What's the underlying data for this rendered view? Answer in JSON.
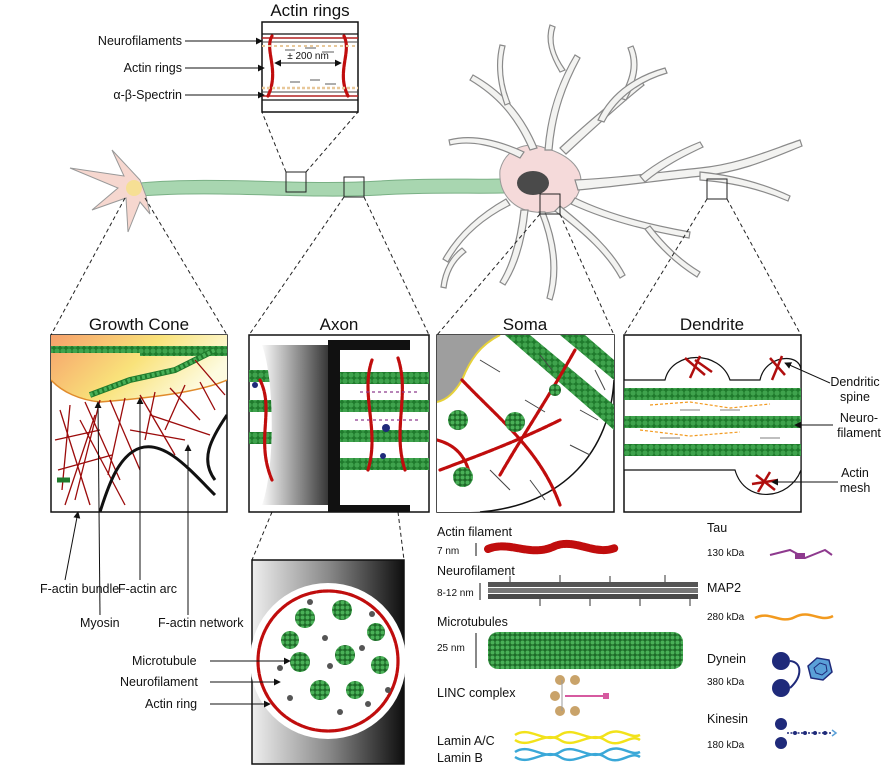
{
  "titles": {
    "actin_rings": "Actin rings",
    "growth_cone": "Growth Cone",
    "axon": "Axon",
    "soma": "Soma",
    "dendrite": "Dendrite"
  },
  "actin_rings_labels": {
    "neurofilaments": "Neurofilaments",
    "actin_rings": "Actin rings",
    "spectrin": "α-β-Spectrin",
    "spacing": "± 200 nm"
  },
  "growth_cone_labels": {
    "f_actin_bundle": "F-actin bundle",
    "myosin": "Myosin",
    "f_actin_arc": "F-actin arc",
    "f_actin_network": "F-actin network"
  },
  "dendrite_labels": {
    "spine": "Dendritic\nspine",
    "neurofilament": "Neuro-\nfilament",
    "actin_mesh": "Actin\nmesh"
  },
  "cross_section_labels": {
    "microtubule": "Microtubule",
    "neurofilament": "Neurofilament",
    "actin_ring": "Actin ring"
  },
  "legend": {
    "actin_filament": {
      "name": "Actin filament",
      "size": "7 nm"
    },
    "neurofilament": {
      "name": "Neurofilament",
      "size": "8-12 nm"
    },
    "microtubules": {
      "name": "Microtubules",
      "size": "25 nm"
    },
    "linc": {
      "name": "LINC complex"
    },
    "lamin_ac": {
      "name": "Lamin A/C"
    },
    "lamin_b": {
      "name": "Lamin B"
    },
    "tau": {
      "name": "Tau",
      "size": "130 kDa"
    },
    "map2": {
      "name": "MAP2",
      "size": "280 kDa"
    },
    "dynein": {
      "name": "Dynein",
      "size": "380 kDa"
    },
    "kinesin": {
      "name": "Kinesin",
      "size": "180 kDa"
    }
  },
  "colors": {
    "actin_red": "#c00d0d",
    "microtubule_green": "#2e8b3a",
    "neurofilament_gray": "#6e6e6e",
    "tau_purple": "#8e3a8e",
    "map2_orange": "#f29a1f",
    "motor_blue": "#1f2a7a",
    "lamin_ac_yellow": "#f2e21a",
    "lamin_b_blue": "#3aa8d8",
    "axon_green": "#9ccfa8"
  }
}
